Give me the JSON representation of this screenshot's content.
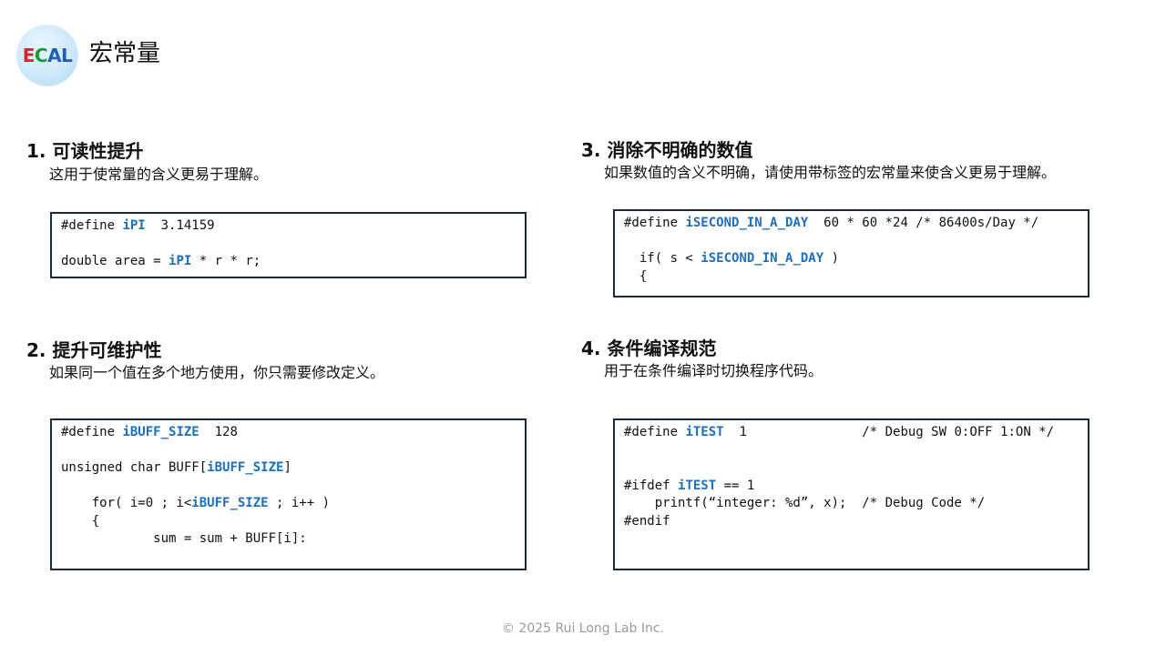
{
  "header": {
    "logo_letters": [
      "E",
      "C",
      "A",
      "L"
    ],
    "title": "宏常量"
  },
  "sections": [
    {
      "heading": "1. 可读性提升",
      "description": "这用于使常量的含义更易于理解。",
      "code": [
        [
          {
            "t": "#define "
          },
          {
            "t": "iPI",
            "k": true
          },
          {
            "t": "  3.14159"
          }
        ],
        [],
        [
          {
            "t": "double area = "
          },
          {
            "t": "iPI",
            "k": true
          },
          {
            "t": " * r * r;"
          }
        ]
      ]
    },
    {
      "heading": "2. 提升可维护性",
      "description": "如果同一个值在多个地方使用，你只需要修改定义。",
      "code": [
        [
          {
            "t": "#define "
          },
          {
            "t": "iBUFF_SIZE",
            "k": true
          },
          {
            "t": "  128"
          }
        ],
        [],
        [
          {
            "t": "unsigned char BUFF["
          },
          {
            "t": "iBUFF_SIZE",
            "k": true
          },
          {
            "t": "]"
          }
        ],
        [],
        [
          {
            "t": "    for( i=0 ; i<"
          },
          {
            "t": "iBUFF_SIZE",
            "k": true
          },
          {
            "t": " ; i++ )"
          }
        ],
        [
          {
            "t": "    {"
          }
        ],
        [
          {
            "t": "            sum = sum + BUFF[i]:"
          }
        ]
      ]
    },
    {
      "heading": "3. 消除不明确的数值",
      "description": "如果数值的含义不明确，请使用带标签的宏常量来使含义更易于理解。",
      "code": [
        [
          {
            "t": "#define "
          },
          {
            "t": "iSECOND_IN_A_DAY",
            "k": true
          },
          {
            "t": "  60 * 60 *24 /* 86400s/Day */"
          }
        ],
        [],
        [
          {
            "t": "  if( s < "
          },
          {
            "t": "iSECOND_IN_A_DAY",
            "k": true
          },
          {
            "t": " )"
          }
        ],
        [
          {
            "t": "  {"
          }
        ]
      ]
    },
    {
      "heading": "4. 条件编译规范",
      "description": "用于在条件编译时切换程序代码。",
      "code": [
        [
          {
            "t": "#define "
          },
          {
            "t": "iTEST",
            "k": true
          },
          {
            "t": "  1               /* Debug SW 0:OFF 1:ON */"
          }
        ],
        [],
        [],
        [
          {
            "t": "#ifdef "
          },
          {
            "t": "iTEST",
            "k": true
          },
          {
            "t": " == 1"
          }
        ],
        [
          {
            "t": "    printf(“integer: %d”, x);  /* Debug Code */"
          }
        ],
        [
          {
            "t": "#endif"
          }
        ]
      ]
    }
  ],
  "footer": {
    "copyright": "© 2025 Rui Long Lab Inc."
  },
  "colors": {
    "keyword": "#1f6fb8",
    "box_border": "#1b2a3a",
    "footer_text": "#9a9a9a"
  }
}
